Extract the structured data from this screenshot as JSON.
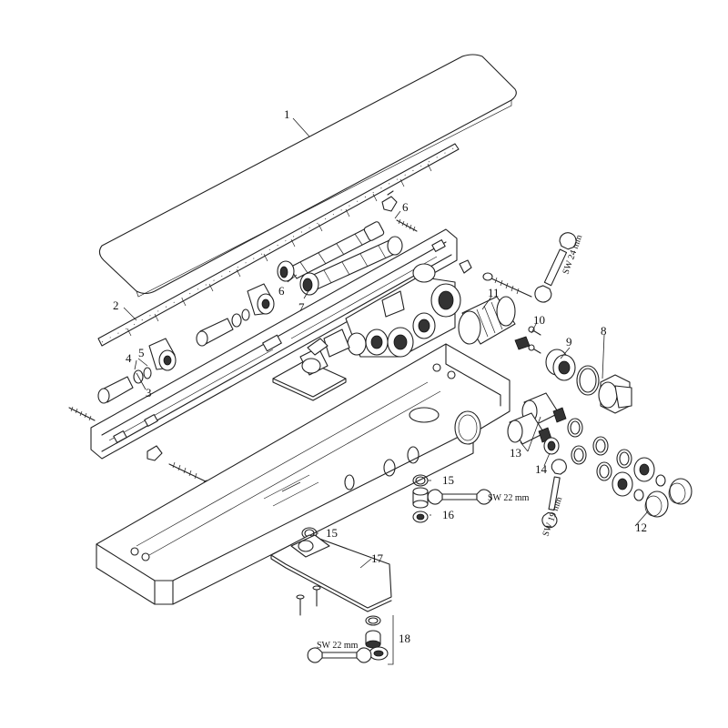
{
  "diagram": {
    "callouts": [
      {
        "id": "c1",
        "text": "1"
      },
      {
        "id": "c2",
        "text": "2"
      },
      {
        "id": "c3",
        "text": "3"
      },
      {
        "id": "c4",
        "text": "4"
      },
      {
        "id": "c5",
        "text": "5"
      },
      {
        "id": "c6a",
        "text": "6"
      },
      {
        "id": "c6b",
        "text": "6"
      },
      {
        "id": "c7",
        "text": "7"
      },
      {
        "id": "c8",
        "text": "8"
      },
      {
        "id": "c9",
        "text": "9"
      },
      {
        "id": "c10",
        "text": "10"
      },
      {
        "id": "c11",
        "text": "11"
      },
      {
        "id": "c12",
        "text": "12"
      },
      {
        "id": "c13",
        "text": "13"
      },
      {
        "id": "c14",
        "text": "14"
      },
      {
        "id": "c15a",
        "text": "15"
      },
      {
        "id": "c15b",
        "text": "15"
      },
      {
        "id": "c16",
        "text": "16"
      },
      {
        "id": "c17",
        "text": "17"
      },
      {
        "id": "c18",
        "text": "18"
      }
    ],
    "wrench_labels": {
      "sw24": "SW 24 mm",
      "sw22a": "SW 22 mm",
      "sw19": "SW 19 mm",
      "sw22b": "SW 22 mm"
    }
  }
}
